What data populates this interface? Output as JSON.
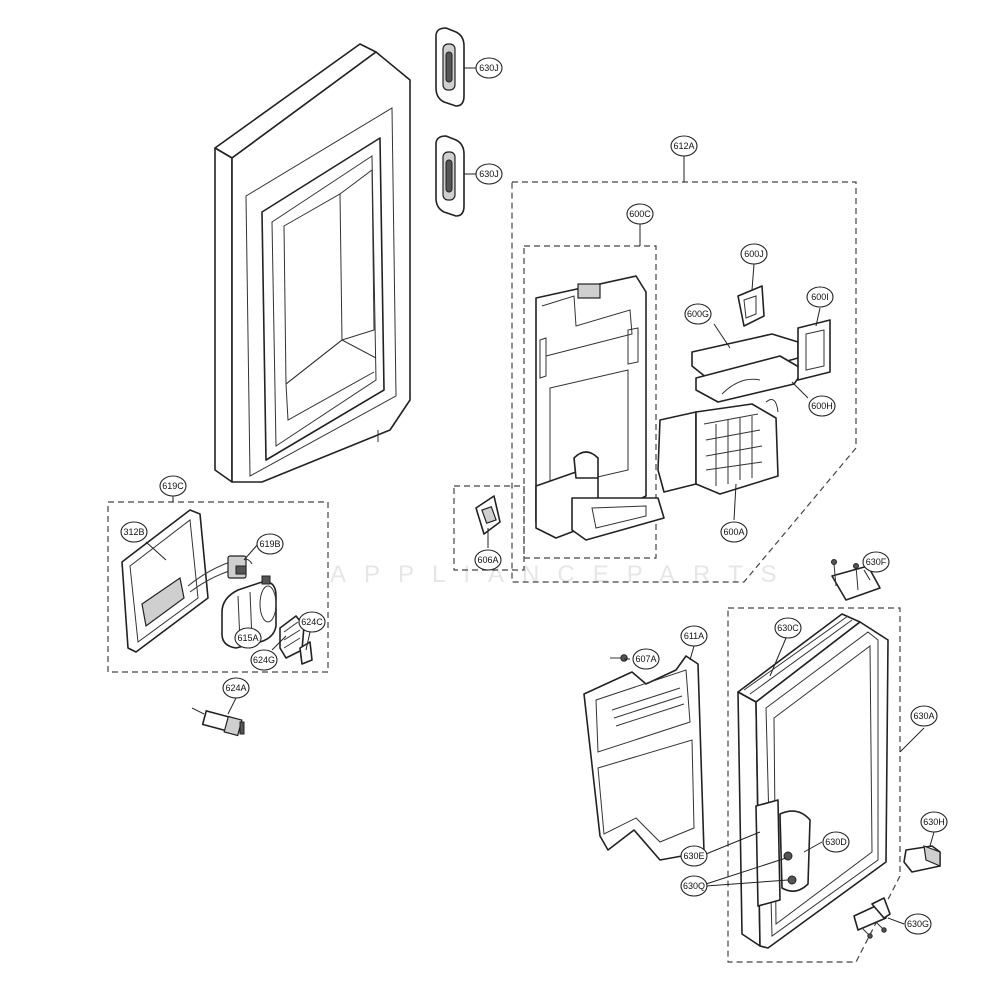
{
  "diagram": {
    "watermark": "APPLIANCEPARTS",
    "parts": [
      {
        "id": "c-630J-top",
        "label": "630J"
      },
      {
        "id": "c-630J-mid",
        "label": "630J"
      },
      {
        "id": "c-612A",
        "label": "612A"
      },
      {
        "id": "c-600C",
        "label": "600C"
      },
      {
        "id": "c-600J",
        "label": "600J"
      },
      {
        "id": "c-600G",
        "label": "600G"
      },
      {
        "id": "c-600I",
        "label": "600I"
      },
      {
        "id": "c-600H",
        "label": "600H"
      },
      {
        "id": "c-600A",
        "label": "600A"
      },
      {
        "id": "c-606A",
        "label": "606A"
      },
      {
        "id": "c-619C",
        "label": "619C"
      },
      {
        "id": "c-312B",
        "label": "312B"
      },
      {
        "id": "c-619B",
        "label": "619B"
      },
      {
        "id": "c-624C",
        "label": "624C"
      },
      {
        "id": "c-615A",
        "label": "615A"
      },
      {
        "id": "c-624G",
        "label": "624G"
      },
      {
        "id": "c-624A",
        "label": "624A"
      },
      {
        "id": "c-630F",
        "label": "630F"
      },
      {
        "id": "c-630C",
        "label": "630C"
      },
      {
        "id": "c-611A",
        "label": "611A"
      },
      {
        "id": "c-607A",
        "label": "607A"
      },
      {
        "id": "c-630A",
        "label": "630A"
      },
      {
        "id": "c-630H",
        "label": "630H"
      },
      {
        "id": "c-630D",
        "label": "630D"
      },
      {
        "id": "c-630E",
        "label": "630E"
      },
      {
        "id": "c-630Q",
        "label": "630Q"
      },
      {
        "id": "c-630G",
        "label": "630G"
      }
    ]
  }
}
